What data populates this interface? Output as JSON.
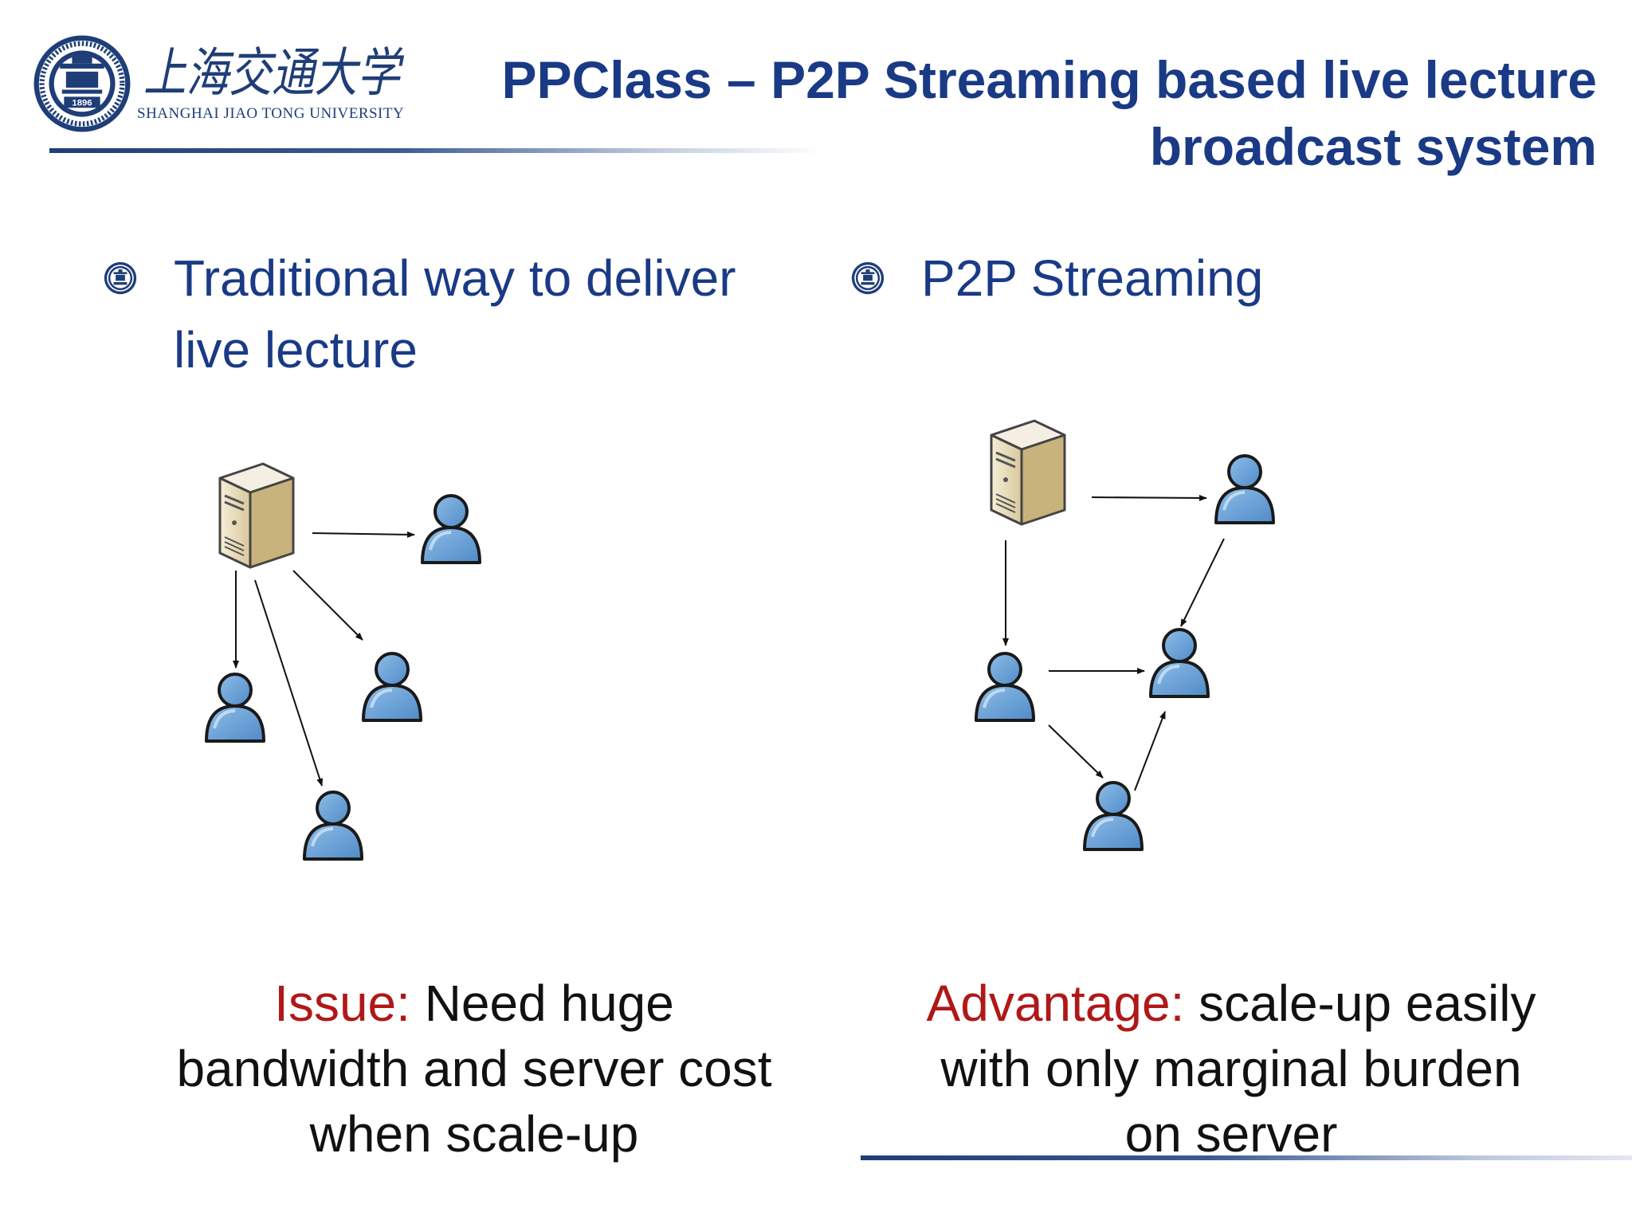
{
  "logo": {
    "chinese_name": "上海交通大学",
    "english_name": "SHANGHAI JIAO TONG UNIVERSITY",
    "seal_year": "1896"
  },
  "title": {
    "line1": "PPClass – P2P Streaming based live lecture",
    "line2": "broadcast system"
  },
  "bullets": {
    "left_line1": "Traditional way to deliver",
    "left_line2": "live lecture",
    "right": "P2P Streaming"
  },
  "notes": {
    "left": {
      "label": "Issue:",
      "line1": " Need huge",
      "line2": "bandwidth and server cost",
      "line3": "when scale-up"
    },
    "right": {
      "label": "Advantage:",
      "line1": " scale-up easily",
      "line2": "with only marginal burden",
      "line3": "on server"
    }
  },
  "colors": {
    "title": "#1a3a86",
    "highlight": "#b01818",
    "user": "#5d9ad4",
    "server": "#e8dcb8"
  },
  "icons": {
    "server": "server-icon",
    "user": "user-icon",
    "bullet": "sjtu-seal-bullet-icon"
  }
}
